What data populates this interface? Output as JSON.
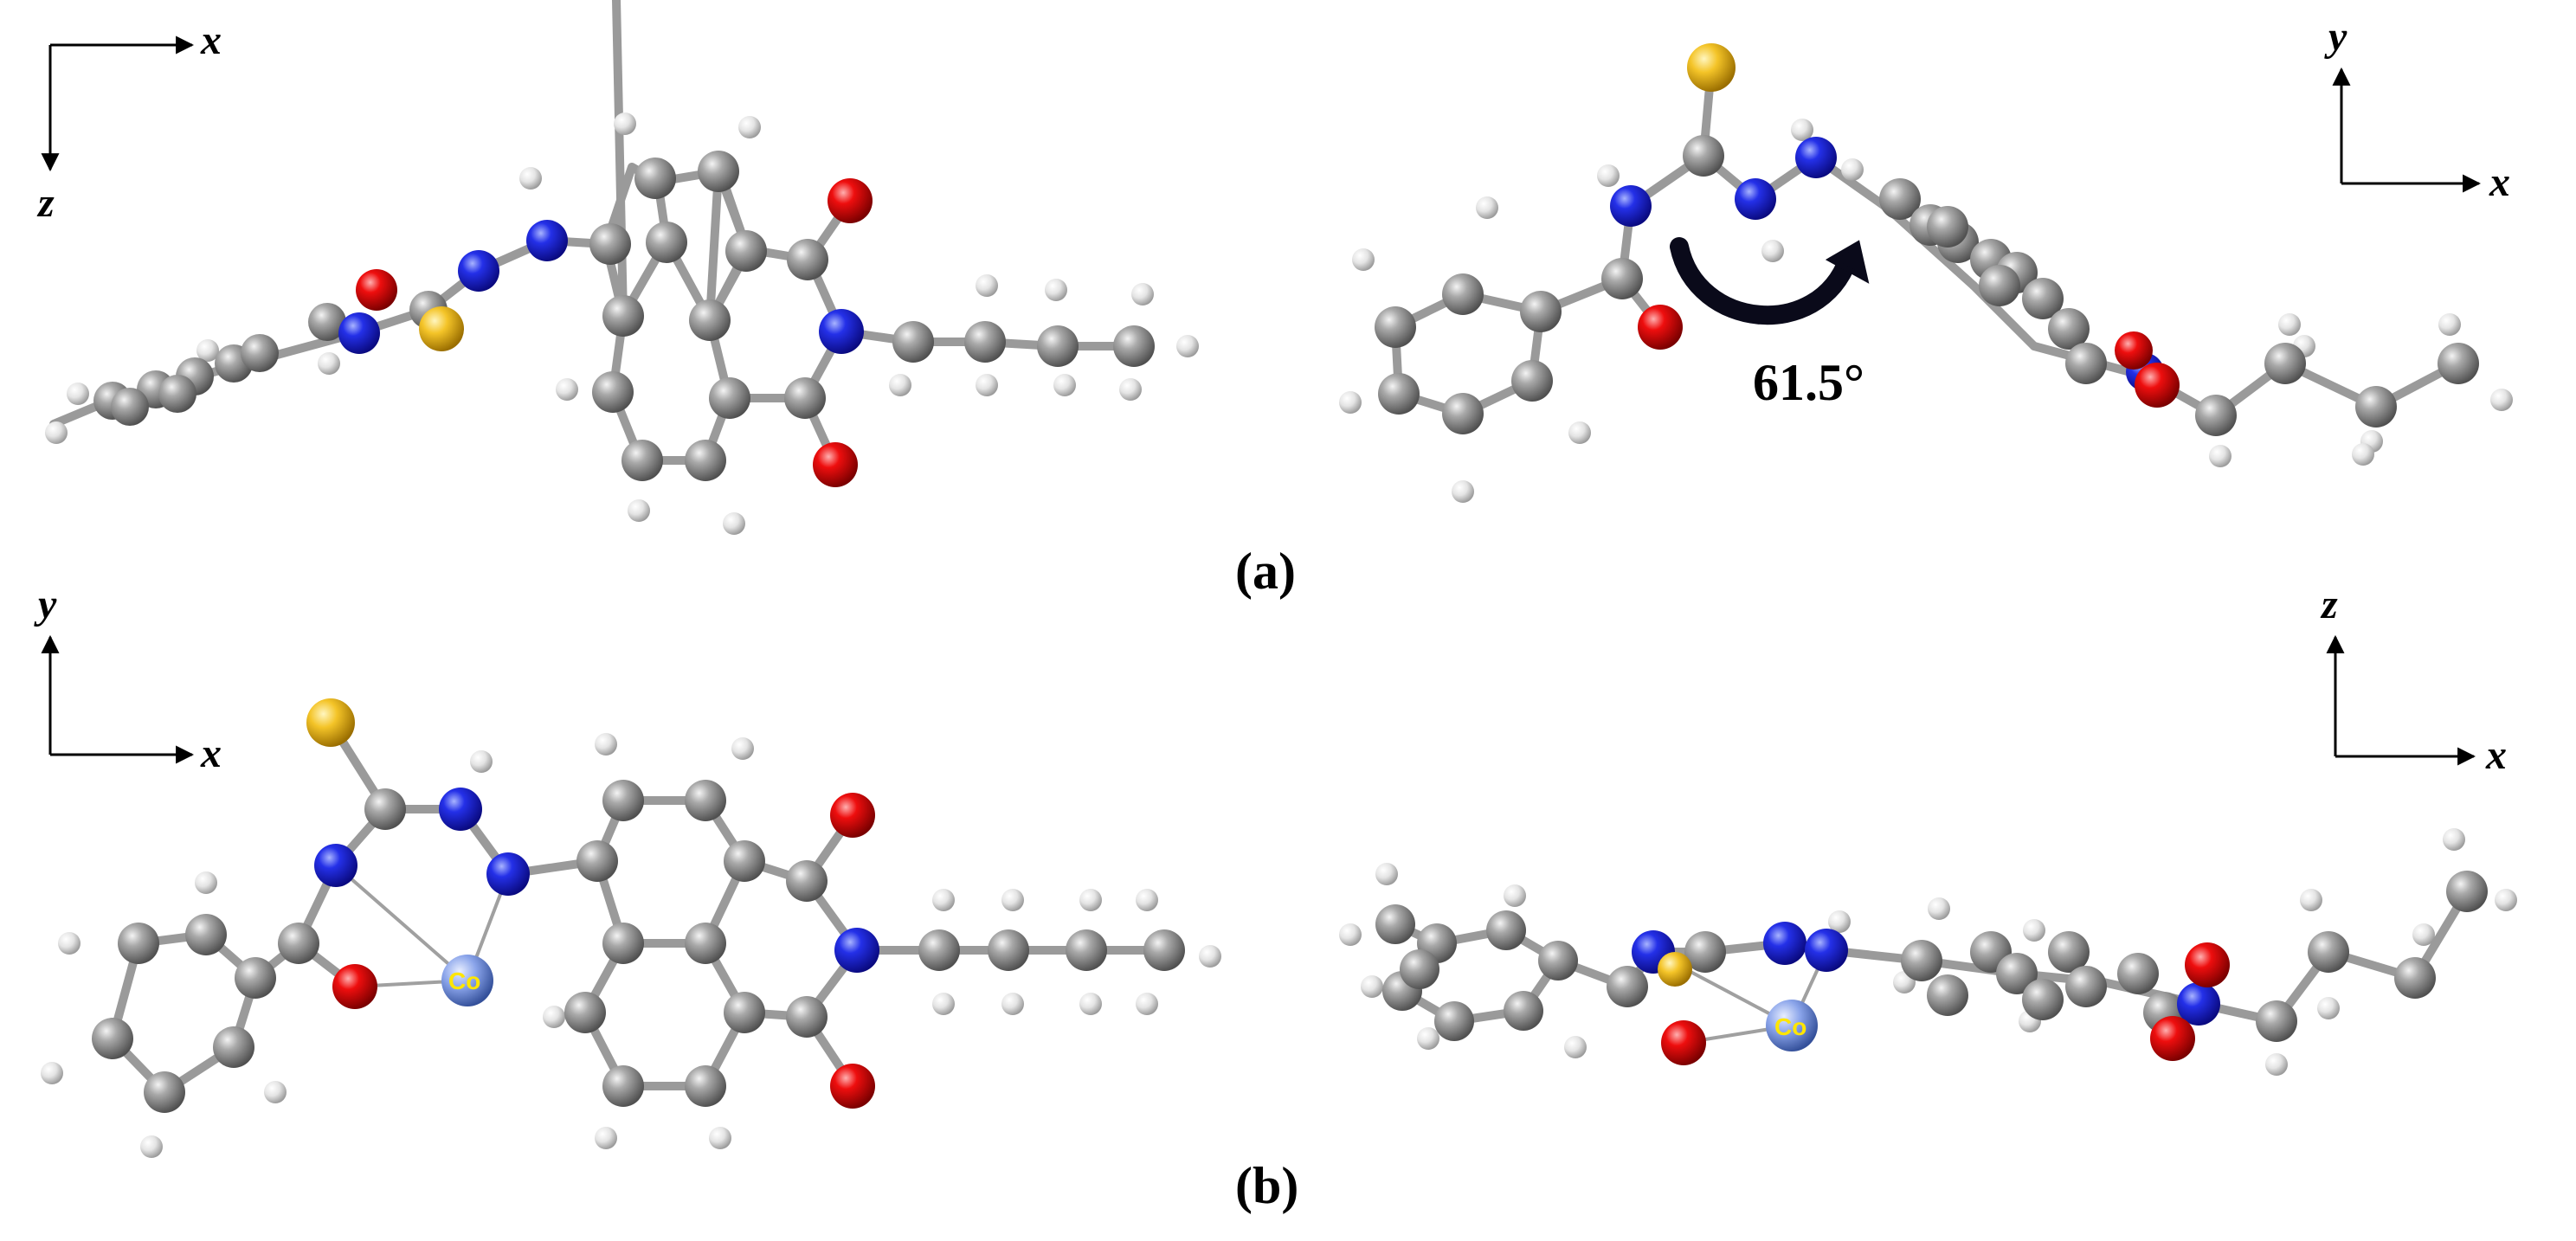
{
  "panels": {
    "a": {
      "label": "(a)"
    },
    "b": {
      "label": "(b)"
    }
  },
  "axes": {
    "top_left": {
      "h": "x",
      "v": "z"
    },
    "top_right": {
      "h": "x",
      "v": "y"
    },
    "bottom_left": {
      "h": "x",
      "v": "y"
    },
    "bottom_right": {
      "h": "x",
      "v": "z"
    }
  },
  "dihedral_angle": "61.5°",
  "metal_label": "Co",
  "colors": {
    "carbon": "#808080",
    "hydrogen": "#e6e6e6",
    "nitrogen": "#1414d8",
    "oxygen": "#e00000",
    "sulfur": "#f0c020",
    "cobalt": "#7f9de6"
  }
}
